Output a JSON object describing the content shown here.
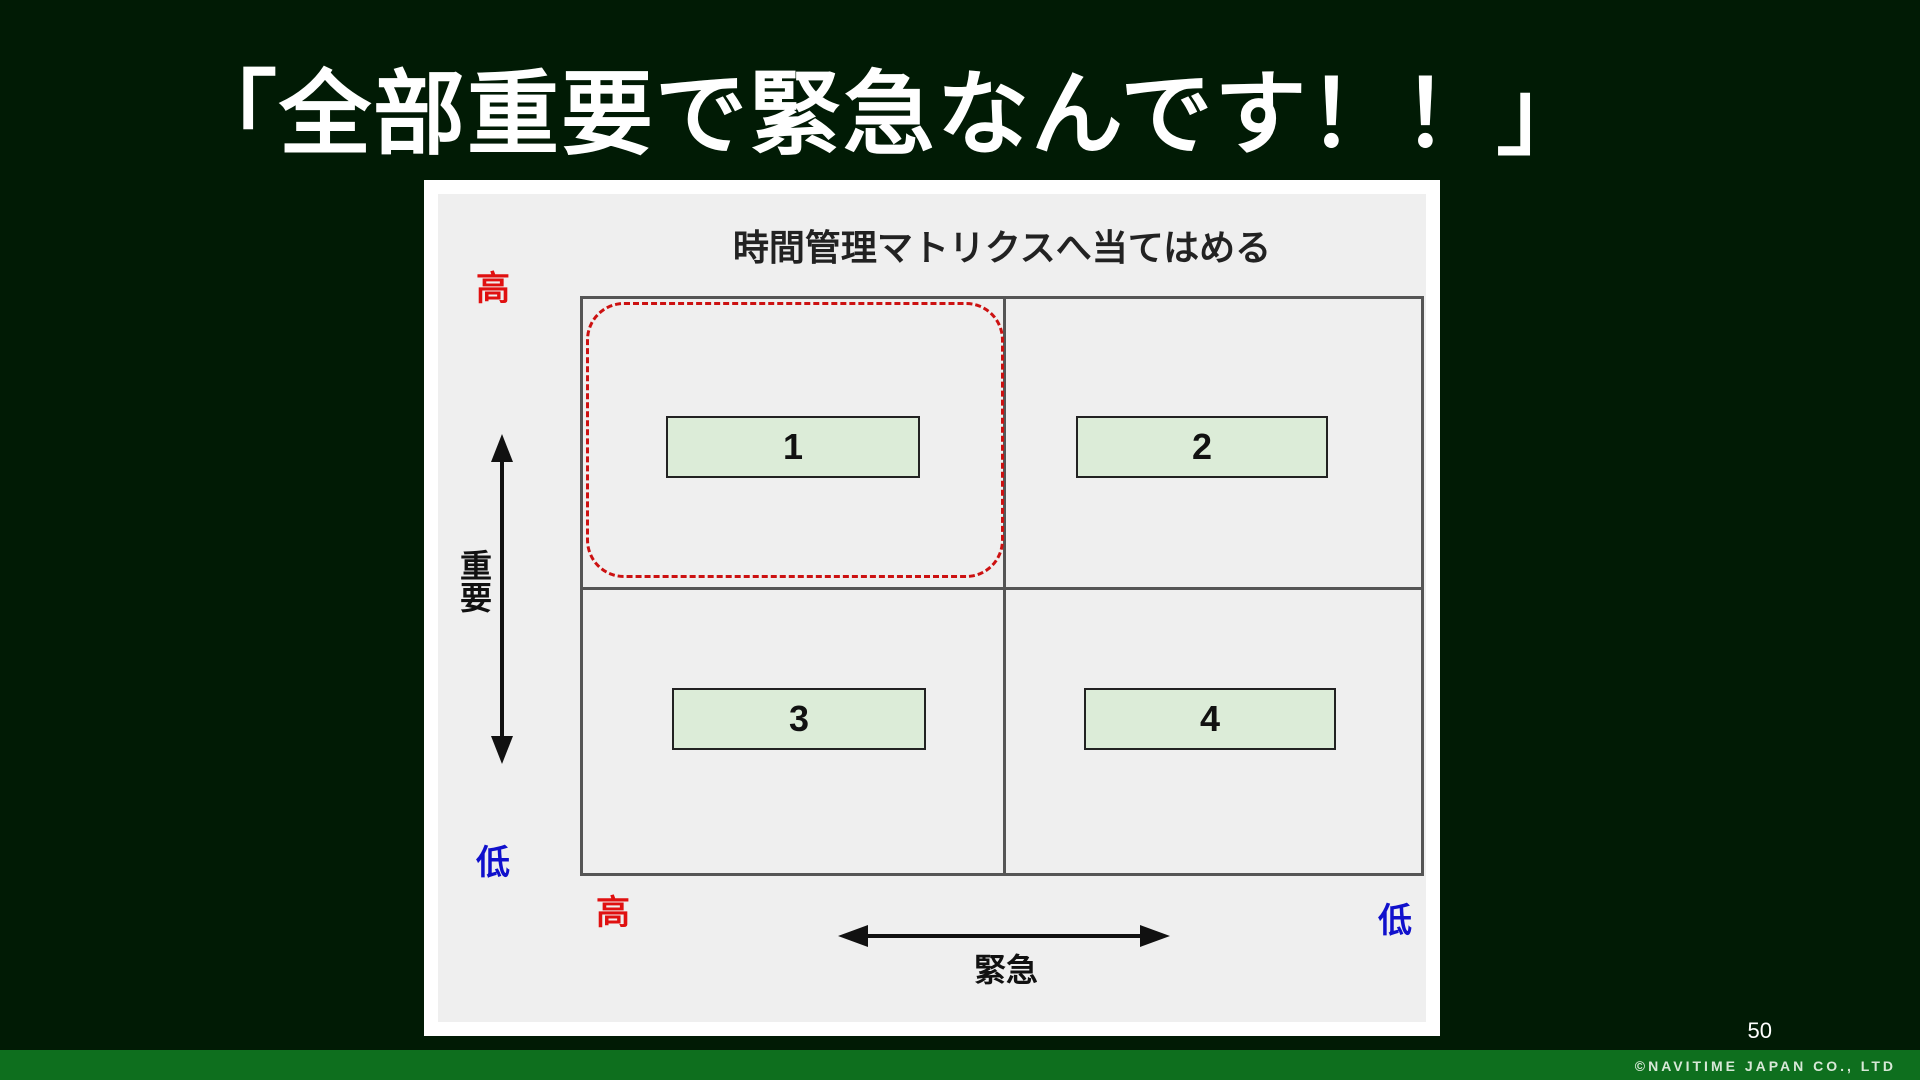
{
  "slide": {
    "title": "「全部重要で緊急なんです！！」",
    "page_number": "50",
    "copyright": "©NAVITIME JAPAN CO., LTD"
  },
  "matrix": {
    "title": "時間管理マトリクスへ当てはめる",
    "quadrants": [
      "1",
      "2",
      "3",
      "4"
    ],
    "highlighted_quadrant": "1",
    "vertical_axis": {
      "label": "重要",
      "high": "高",
      "low": "低"
    },
    "horizontal_axis": {
      "label": "緊急",
      "high": "高",
      "low": "低"
    },
    "colors": {
      "high": "#e01010",
      "low": "#1010cc",
      "highlight": "#cc1111",
      "quadrant_box": "#dcecd8",
      "background": "#011b05",
      "footer": "#0e6f1e"
    }
  }
}
